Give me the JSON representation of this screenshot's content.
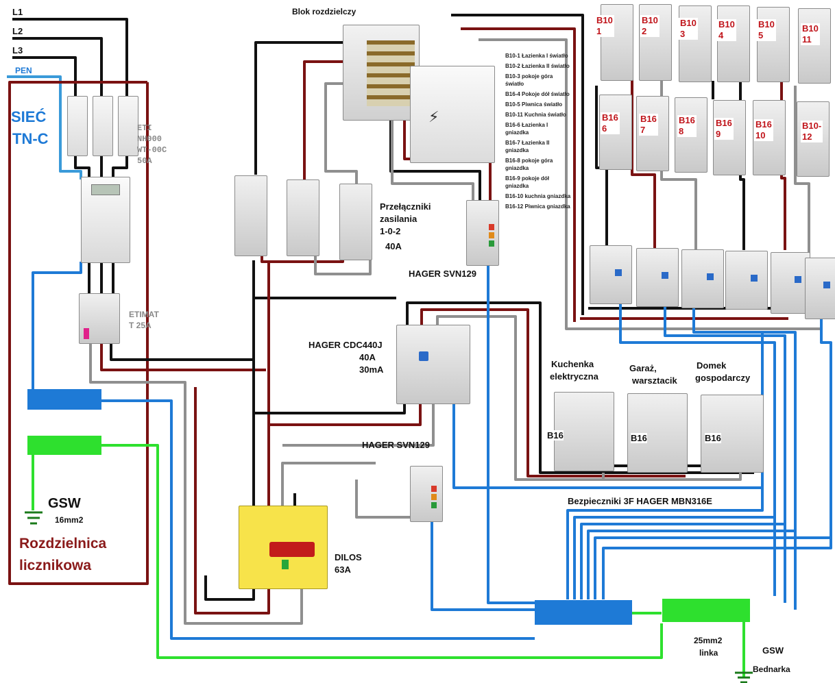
{
  "phases": {
    "l1": "L1",
    "l2": "L2",
    "l3": "L3",
    "pen": "PEN"
  },
  "network": {
    "line1": "SIEĆ",
    "line2": "TN-C"
  },
  "fuse": {
    "line1": "ETI",
    "line2": "NH000",
    "line3": "WT-00C",
    "line4": "50A"
  },
  "breaker": {
    "line1": "ETIMAT",
    "line2": "T 25A"
  },
  "distribution_block": {
    "title": "Blok rozdzielczy"
  },
  "switches": {
    "line1": "Przełączniki",
    "line2": "zasilania",
    "line3": "1-0-2",
    "line4": "40A"
  },
  "svn_top": {
    "label": "HAGER SVN129"
  },
  "svn_bottom": {
    "label": "HAGER SVN129"
  },
  "rcd": {
    "line1": "HAGER CDC440J",
    "line2": "40A",
    "line3": "30mA"
  },
  "dilos": {
    "line1": "DILOS",
    "line2": "63A"
  },
  "gsw_left": {
    "label": "GSW",
    "size": "16mm2"
  },
  "meter_board": {
    "line1": "Rozdzielnica",
    "line2": "licznikowa"
  },
  "circuits": [
    "B10-1 Łazienka I światło",
    "B10-2 Łazienka II światło",
    "B10-3 pokoje góra światło",
    "B16-4 Pokoje dół światło",
    "B10-5 Piwnica światło",
    "B10-11 Kuchnia światło",
    "B16-6 Łazienka I gniazdka",
    "B16-7 Łazienka II gniazdka",
    "B16-8 pokoje góra gniazdka",
    "B16-9 pokoje dół gniazdka",
    "B16-10 kuchnia gniazdka",
    "B16-12 Piwnica gniazdka"
  ],
  "mcb_top": [
    {
      "type": "B10",
      "num": "1"
    },
    {
      "type": "B10",
      "num": "2"
    },
    {
      "type": "B10",
      "num": "3"
    },
    {
      "type": "B10",
      "num": "4"
    },
    {
      "type": "B10",
      "num": "5"
    },
    {
      "type": "B10",
      "num": "11"
    }
  ],
  "mcb_mid": [
    {
      "type": "B16",
      "num": "6"
    },
    {
      "type": "B16",
      "num": "7"
    },
    {
      "type": "B16",
      "num": "8"
    },
    {
      "type": "B16",
      "num": "9"
    },
    {
      "type": "B16",
      "num": "10"
    },
    {
      "type": "B10-",
      "num": "12"
    }
  ],
  "three_phase": [
    {
      "name": "Kuchenka elektryczna",
      "line1": "Kuchenka",
      "line2": "elektryczna",
      "rating": "B16"
    },
    {
      "name": "Garaż, warsztacik",
      "line1": "Garaż,",
      "line2": "warsztacik",
      "rating": "B16"
    },
    {
      "name": "Domek gospodarczy",
      "line1": "Domek",
      "line2": "gospodarczy",
      "rating": "B16"
    }
  ],
  "fuses_3f": {
    "label": "Bezpieczniki 3F HAGER MBN316E"
  },
  "cable": {
    "line1": "25mm2",
    "line2": "linka"
  },
  "gsw_right": {
    "label": "GSW",
    "sub": "Bednarka"
  },
  "colors": {
    "phase_black": "#111111",
    "phase_brown": "#7a1212",
    "phase_gray": "#8f8f8f",
    "neutral_blue": "#1e7ad6",
    "pe_green": "#2ee02e",
    "pen_blue": "#3a9ad9"
  }
}
